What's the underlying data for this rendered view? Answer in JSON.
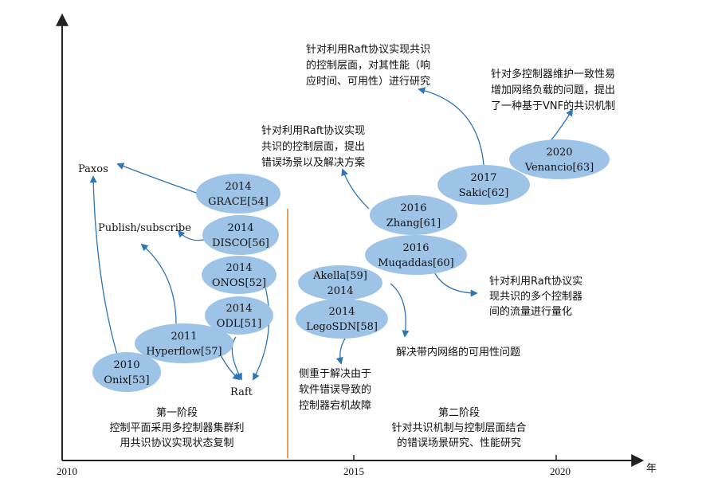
{
  "axis": {
    "unit": "年",
    "ticks": [
      "2010",
      "2015",
      "2020"
    ]
  },
  "nodes": {
    "onix": {
      "year": "2010",
      "name": "Onix[53]"
    },
    "hyperflow": {
      "year": "2011",
      "name": "Hyperflow[57]"
    },
    "grace": {
      "year": "2014",
      "name": "GRACE[54]"
    },
    "disco": {
      "year": "2014",
      "name": "DISCO[56]"
    },
    "onos": {
      "year": "2014",
      "name": "ONOS[52]"
    },
    "odl": {
      "year": "2014",
      "name": "ODL[51]"
    },
    "akella": {
      "name": "Akella[59]",
      "year": "2014"
    },
    "legosdn": {
      "year": "2014",
      "name": "LegoSDN[58]"
    },
    "muqaddas": {
      "year": "2016",
      "name": "Muqaddas[60]"
    },
    "zhang": {
      "year": "2016",
      "name": "Zhang[61]"
    },
    "sakic": {
      "year": "2017",
      "name": "Sakic[62]"
    },
    "venancio": {
      "year": "2020",
      "name": "Venancio[63]"
    }
  },
  "labels": {
    "paxos": "Paxos",
    "pubsub": "Publish/subscribe",
    "raft": "Raft"
  },
  "stage1": {
    "title": "第一阶段",
    "line1": "控制平面采用多控制器集群利",
    "line2": "用共识协议实现状态复制"
  },
  "stage2": {
    "title": "第二阶段",
    "line1": "针对共识机制与控制层面结合",
    "line2": "的错误场景研究、性能研究"
  },
  "notes": {
    "sakic": [
      "针对利用Raft协议实现共识",
      "的控制层面，对其性能（响",
      "应时间、可用性）进行研究"
    ],
    "venancio": [
      "针对多控制器维护一致性易",
      "增加网络负载的问题，提出",
      "了一种基于VNF的共识机制"
    ],
    "zhang": [
      "针对利用Raft协议实现",
      "共识的控制层面，提出",
      "错误场景以及解决方案"
    ],
    "muqaddas": [
      "针对利用Raft协议实",
      "现共识的多个控制器",
      "间的流量进行量化"
    ],
    "akella": [
      "解决带内网络的可用性问题"
    ],
    "legosdn": [
      "侧重于解决由于",
      "软件错误导致的",
      "控制器宕机故障"
    ]
  },
  "colors": {
    "ellipse": "#9dc3e6",
    "arrow": "#2e75b6",
    "divider": "#e07b2a",
    "axis": "#222222"
  }
}
